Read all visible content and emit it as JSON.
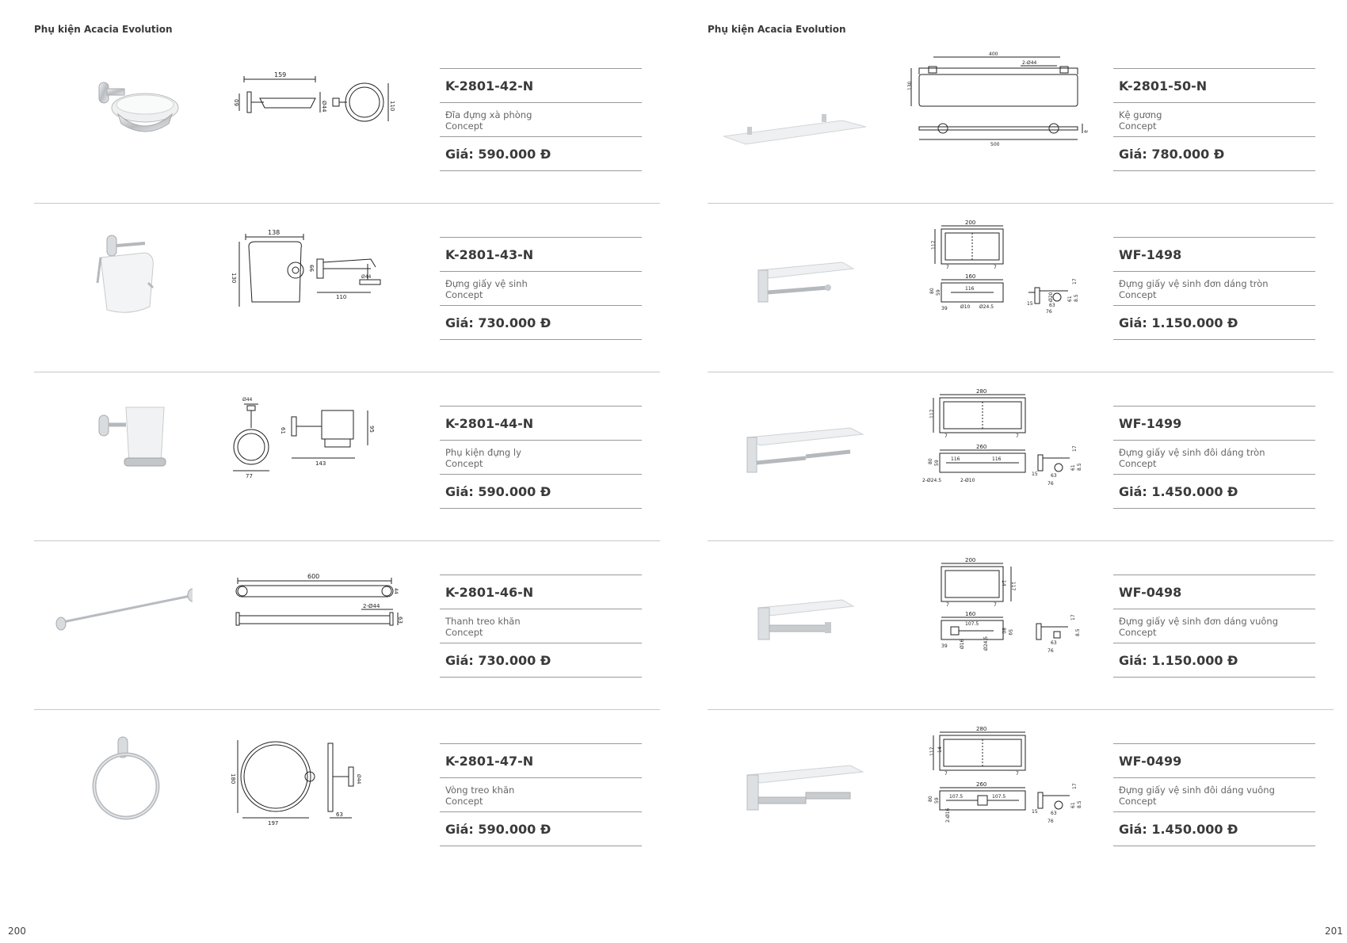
{
  "left_page": {
    "header": "Phụ kiện Acacia Evolution",
    "page_number": "200",
    "products": [
      {
        "code": "K-2801-42-N",
        "name": "Đĩa đựng xà phòng",
        "series": "Concept",
        "price": "Giá: 590.000 Đ",
        "dims": [
          "159",
          "60",
          "Ø44",
          "110"
        ]
      },
      {
        "code": "K-2801-43-N",
        "name": "Đựng giấy vệ sinh",
        "series": "Concept",
        "price": "Giá: 730.000 Đ",
        "dims": [
          "138",
          "130",
          "99",
          "Ø44",
          "110"
        ]
      },
      {
        "code": "K-2801-44-N",
        "name": "Phụ kiện đựng ly",
        "series": "Concept",
        "price": "Giá: 590.000 Đ",
        "dims": [
          "Ø44",
          "95",
          "61",
          "143",
          "77"
        ]
      },
      {
        "code": "K-2801-46-N",
        "name": "Thanh treo khăn",
        "series": "Concept",
        "price": "Giá: 730.000 Đ",
        "dims": [
          "600",
          "2-Ø44",
          "63",
          "44"
        ]
      },
      {
        "code": "K-2801-47-N",
        "name": "Vòng treo khăn",
        "series": "Concept",
        "price": "Giá: 590.000 Đ",
        "dims": [
          "180",
          "197",
          "63",
          "Ø44"
        ]
      }
    ]
  },
  "right_page": {
    "header": "Phụ kiện Acacia Evolution",
    "page_number": "201",
    "products": [
      {
        "code": "K-2801-50-N",
        "name": "Kệ gương",
        "series": "Concept",
        "price": "Giá: 780.000 Đ",
        "dims": [
          "400",
          "2-Ø44",
          "130",
          "500",
          "44"
        ]
      },
      {
        "code": "WF-1498",
        "name": "Đựng giấy vệ sinh đơn dáng tròn",
        "series": "Concept",
        "price": "Giá: 1.150.000 Đ",
        "dims": [
          "200",
          "117",
          "7",
          "7",
          "160",
          "116",
          "80",
          "59",
          "39",
          "Ø10",
          "Ø24.5",
          "17",
          "Ø20",
          "61",
          "8.5",
          "15",
          "63",
          "76"
        ]
      },
      {
        "code": "WF-1499",
        "name": "Đựng giấy vệ sinh đôi dáng tròn",
        "series": "Concept",
        "price": "Giá: 1.450.000 Đ",
        "dims": [
          "280",
          "117",
          "7",
          "7",
          "260",
          "116",
          "116",
          "80",
          "59",
          "2-Ø24.5",
          "2-Ø10",
          "17",
          "61",
          "8.5",
          "15",
          "63",
          "76"
        ]
      },
      {
        "code": "WF-0498",
        "name": "Đựng giấy vệ sinh đơn dáng vuông",
        "series": "Concept",
        "price": "Giá: 1.150.000 Đ",
        "dims": [
          "200",
          "117",
          "14",
          "7",
          "7",
          "160",
          "107.5",
          "80",
          "59",
          "39",
          "Ø16",
          "Ø24.5",
          "17",
          "8.5",
          "63",
          "76"
        ]
      },
      {
        "code": "WF-0499",
        "name": "Đựng giấy vệ sinh đôi dáng vuông",
        "series": "Concept",
        "price": "Giá: 1.450.000 Đ",
        "dims": [
          "280",
          "117",
          "14",
          "7",
          "7",
          "260",
          "107.5",
          "107.5",
          "80",
          "59",
          "2-Ø16",
          "17",
          "61",
          "8.5",
          "15",
          "63",
          "76"
        ]
      }
    ]
  },
  "colors": {
    "text": "#3a3a3a",
    "divider": "#c8c8c8",
    "rule": "#9a9a9a",
    "chrome": "#bfc3c7"
  }
}
